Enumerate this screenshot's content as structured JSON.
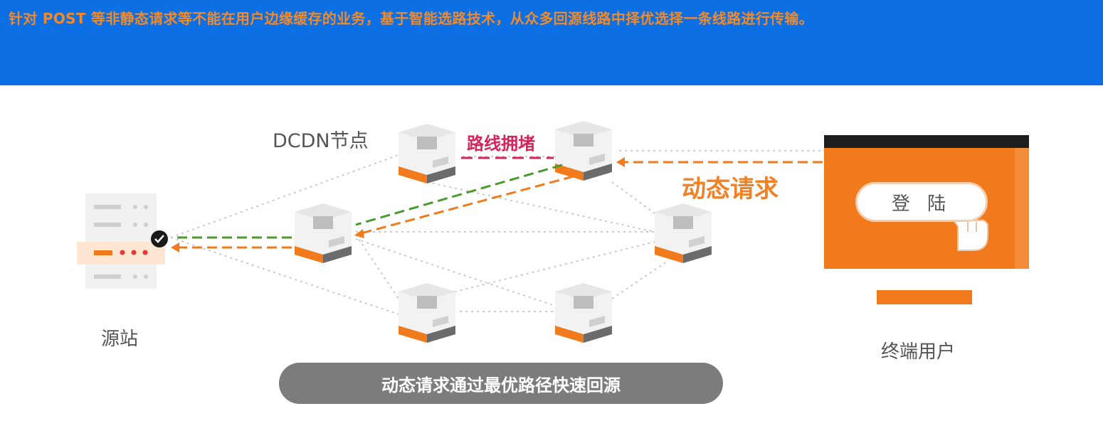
{
  "banner": {
    "text": "针对 POST 等非静态请求等不能在用户边缘缓存的业务，基于智能选路技术，从众多回源线路中择优选择一条线路进行传输。"
  },
  "diagram": {
    "dcdn_label": "DCDN节点",
    "congestion_label": "路线拥堵",
    "dynamic_request_label": "动态请求",
    "login_button": "登 陆",
    "origin_label": "源站",
    "end_user_label": "终端用户",
    "caption": "动态请求通过最优路径快速回源"
  },
  "colors": {
    "banner_bg": "#0c6fe4",
    "banner_text": "#f08a2a",
    "orange": "#f07a1c",
    "green": "#4a9a2c",
    "congestion": "#d6235c",
    "caption_bg": "#7c7c7c"
  }
}
